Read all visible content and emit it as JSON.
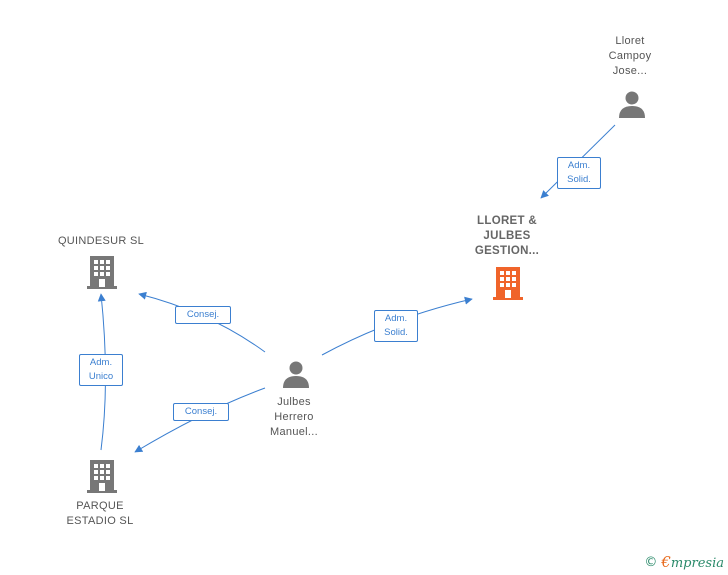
{
  "nodes": {
    "lloret_campoy": {
      "label_lines": [
        "Lloret",
        "Campoy",
        "Jose..."
      ],
      "type": "person"
    },
    "lloret_julbes": {
      "label_lines": [
        "LLORET &",
        "JULBES",
        "GESTION..."
      ],
      "type": "company-focus"
    },
    "quindesur": {
      "label_lines": [
        "QUINDESUR SL"
      ],
      "type": "company"
    },
    "julbes_herrero": {
      "label_lines": [
        "Julbes",
        "Herrero",
        "Manuel..."
      ],
      "type": "person"
    },
    "parque_estadio": {
      "label_lines": [
        "PARQUE",
        "ESTADIO SL"
      ],
      "type": "company"
    }
  },
  "edges": {
    "campoy_to_gestion": {
      "label_lines": [
        "Adm.",
        "Solid."
      ]
    },
    "herrero_to_gestion": {
      "label_lines": [
        "Adm.",
        "Solid."
      ]
    },
    "herrero_to_quindesur": {
      "label_lines": [
        "Consej."
      ]
    },
    "herrero_to_parque": {
      "label_lines": [
        "Consej."
      ]
    },
    "parque_to_quindesur": {
      "label_lines": [
        "Adm.",
        "Unico"
      ]
    }
  },
  "colors": {
    "edge": "#3b7fd0",
    "person_icon": "#777777",
    "company_icon": "#777777",
    "focus_company_icon": "#f0642a"
  },
  "footer": {
    "copyright": "©",
    "brand_initial": "€",
    "brand_rest": "mpresia"
  }
}
